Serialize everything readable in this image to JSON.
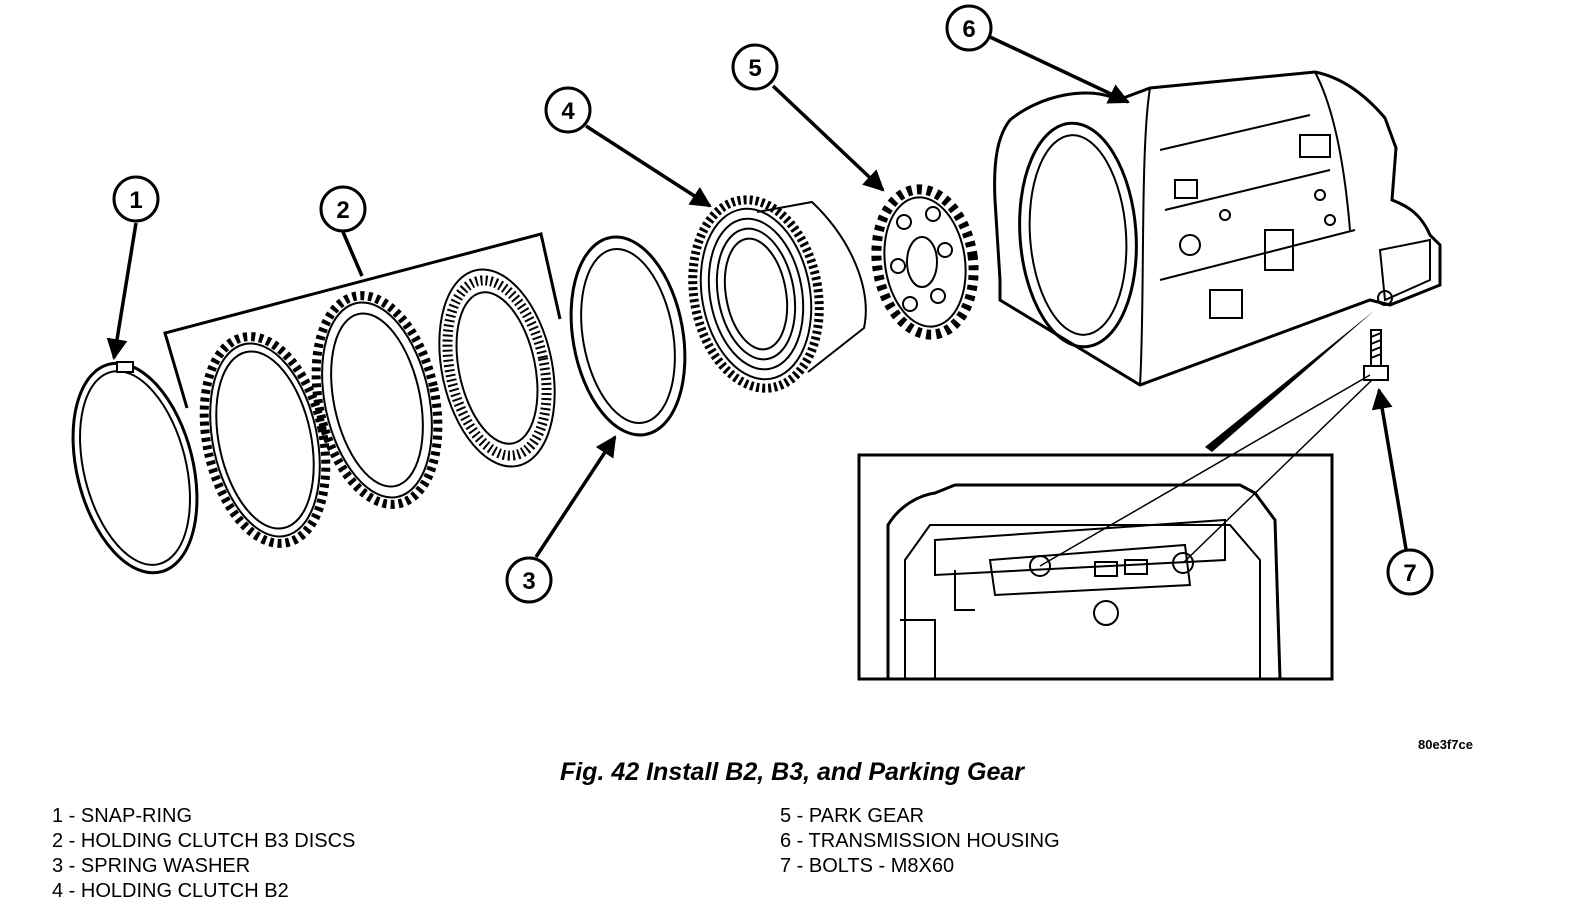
{
  "figure": {
    "id": "80e3f7ce",
    "caption": "Fig. 42 Install B2, B3, and Parking Gear"
  },
  "callouts": [
    "1",
    "2",
    "3",
    "4",
    "5",
    "6",
    "7"
  ],
  "legend": {
    "left": [
      "1 - SNAP-RING",
      "2 - HOLDING CLUTCH B3 DISCS",
      "3 - SPRING WASHER",
      "4 - HOLDING CLUTCH B2"
    ],
    "right": [
      "5 - PARK GEAR",
      "6 - TRANSMISSION HOUSING",
      "7 - BOLTS - M8X60"
    ]
  }
}
